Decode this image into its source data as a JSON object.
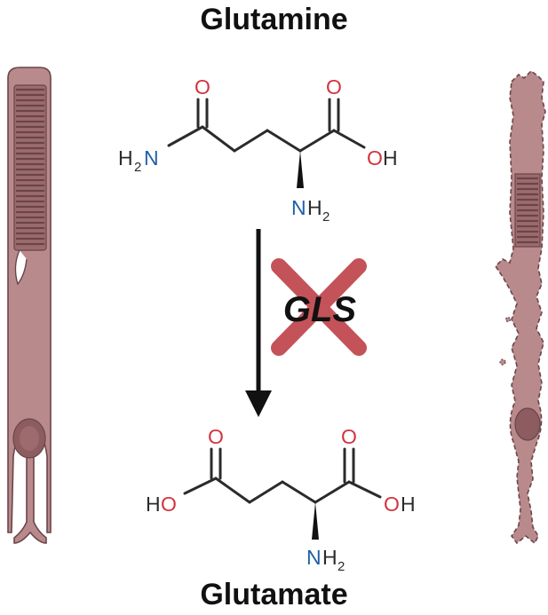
{
  "titles": {
    "substrate": "Glutamine",
    "product": "Glutamate"
  },
  "enzyme": {
    "label": "GLS",
    "status": "inhibited"
  },
  "glutamine_atoms": {
    "o_amide": "O",
    "o_acid": "O",
    "h2n_h": "H",
    "h2n_2": "2",
    "h2n_n": "N",
    "oh_o": "O",
    "oh_h": "H",
    "nh2_n": "N",
    "nh2_h": "H",
    "nh2_2": "2"
  },
  "glutamate_atoms": {
    "o_left": "O",
    "o_right": "O",
    "ho_h": "H",
    "ho_o": "O",
    "oh_o": "O",
    "oh_h": "H",
    "nh2_n": "N",
    "nh2_h": "H",
    "nh2_2": "2"
  },
  "colors": {
    "oxygen": "#d2343e",
    "nitrogen": "#1f5fa8",
    "bond": "#2b2b2b",
    "cell_fill": "#b98a8c",
    "cell_outline": "#6a4548",
    "cross": "#c0444c"
  }
}
